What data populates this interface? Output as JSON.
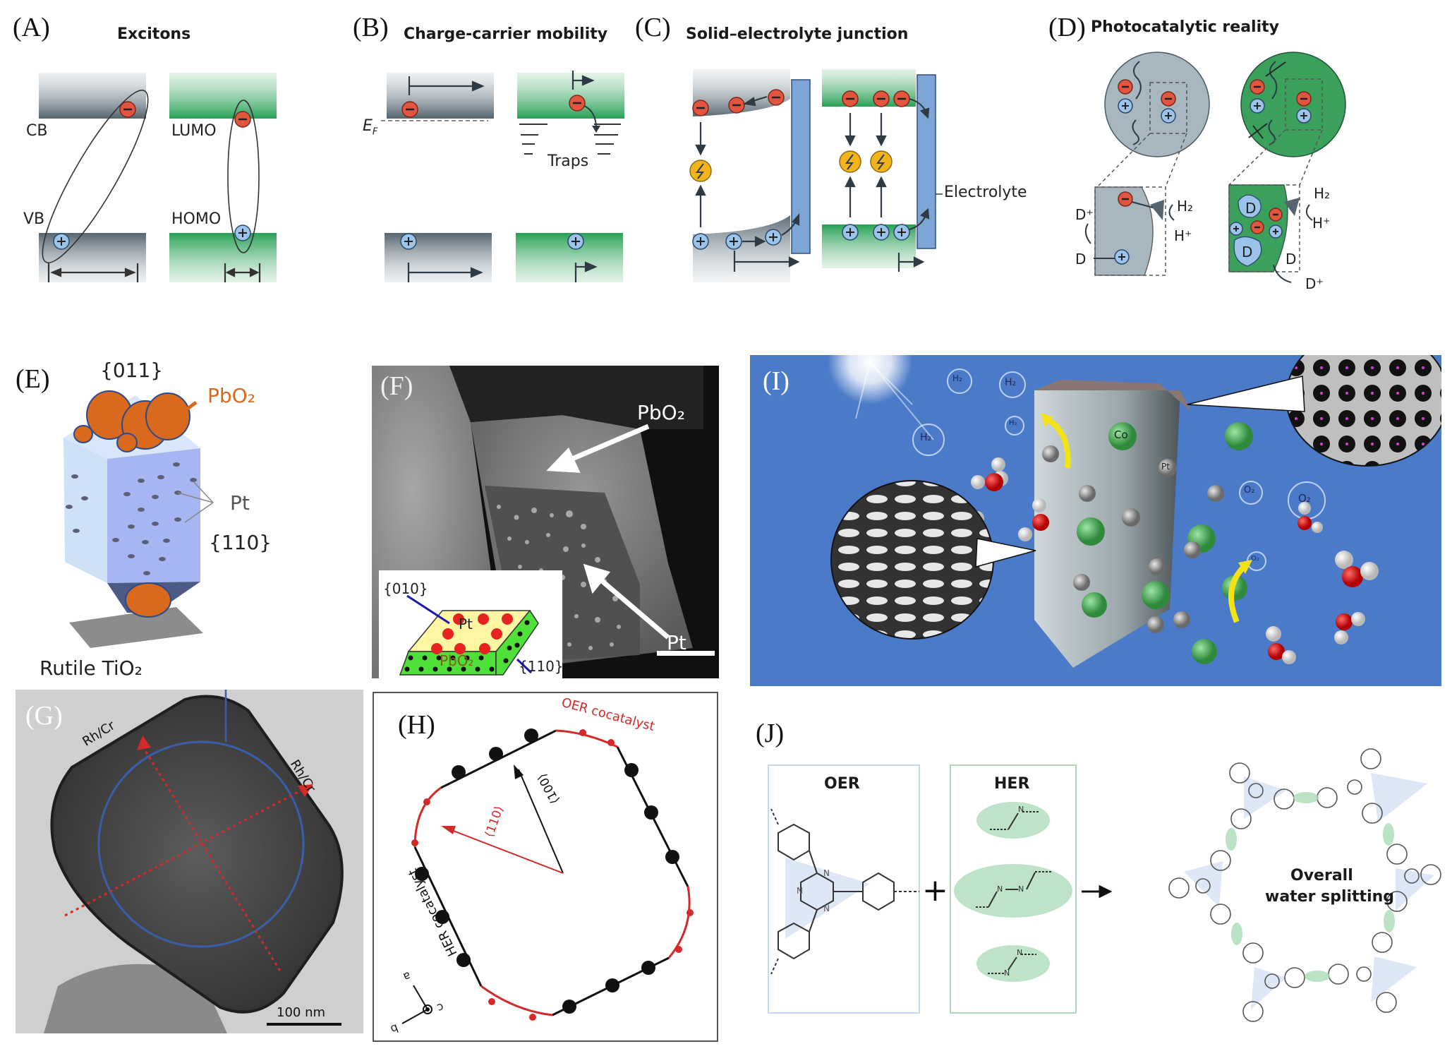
{
  "figure": {
    "panels": {
      "A": {
        "label": "(A)",
        "title": "Excitons",
        "band_labels": {
          "cb": "CB",
          "vb": "VB",
          "lumo": "LUMO",
          "homo": "HOMO"
        }
      },
      "B": {
        "label": "(B)",
        "title": "Charge-carrier mobility",
        "fermi_label": "E",
        "fermi_subscript": "F",
        "traps_label": "Traps"
      },
      "C": {
        "label": "(C)",
        "title": "Solid–electrolyte junction",
        "electrolyte_label": "Electrolyte"
      },
      "D": {
        "label": "(D)",
        "title": "Photocatalytic reality",
        "species": {
          "h2": "H₂",
          "h_plus": "H⁺",
          "d": "D",
          "d_plus": "D⁺"
        }
      },
      "E": {
        "label": "(E)",
        "facet_top": "{011}",
        "facet_side": "{110}",
        "oxide_label": "PbO₂",
        "metal_label": "Pt",
        "crystal_label": "Rutile TiO₂"
      },
      "F": {
        "label": "(F)",
        "oxide_label": "PbO₂",
        "metal_label": "Pt",
        "inset": {
          "facet_top": "{010}",
          "facet_side": "{110}",
          "metal_label": "Pt",
          "oxide_label": "PbO₂"
        }
      },
      "G": {
        "label": "(G)",
        "cocatalyst_left": "Rh/Cr",
        "cocatalyst_right": "Rh/Cr",
        "scale_bar": "100 nm"
      },
      "H": {
        "label": "(H)",
        "oer_label": "OER cocatalyst",
        "her_label": "HER cocatalyst",
        "dir_100": "⟨100⟩",
        "dir_110": "⟨110⟩",
        "axes": {
          "a": "a",
          "b": "b",
          "c": "c"
        }
      },
      "I": {
        "label": "(I)",
        "cobalt_label": "Co",
        "platinum_label": "Pt",
        "hydrogen_label": "H₂",
        "oxygen_label": "O₂"
      },
      "J": {
        "label": "(J)",
        "oer_box_title": "OER",
        "her_box_title": "HER",
        "plus": "+",
        "product_line1": "Overall",
        "product_line2": "water splitting",
        "nitrogen": "N"
      }
    },
    "colors": {
      "electron": "#e2553f",
      "hole": "#9cc3ea",
      "inorganic_band": "#6f7f8c",
      "organic_band": "#2fa05a",
      "electrolyte": "#7da6d6",
      "recombination": "#f2b31b",
      "panel_i_bg": "#4a7ac8",
      "pbo2": "#d9691c",
      "oer_red": "#d42a2a",
      "sem_bg": "#3a3a3a"
    }
  }
}
